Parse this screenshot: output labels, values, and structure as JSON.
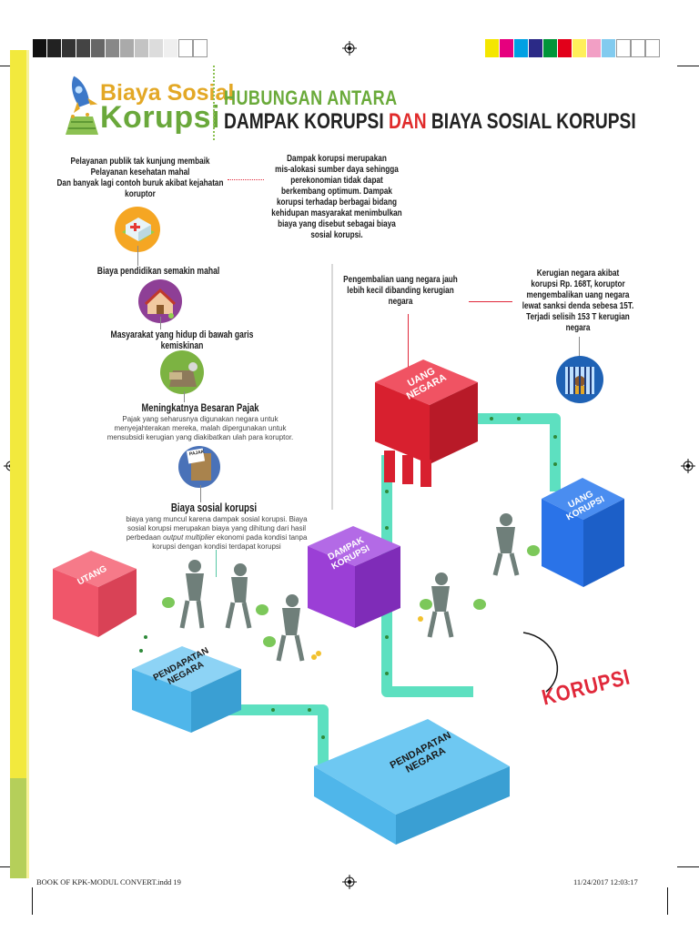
{
  "header": {
    "logo_line1": "Biaya Sosial",
    "logo_line2": "Korupsi",
    "title_line1": "HUBUNGAN ANTARA",
    "title_line2_a": "DAMPAK KORUPSI ",
    "title_line2_b": "DAN",
    "title_line2_c": " BIAYA SOSIAL KORUPSI"
  },
  "left_column": {
    "item1_lines": [
      "Pelayanan publik tak kunjung membaik",
      "Pelayanan kesehatan mahal",
      "Dan banyak lagi contoh buruk akibat kejahatan",
      "koruptor"
    ],
    "item2": "Biaya pendidikan semakin mahal",
    "item3_lines": [
      "Masyarakat yang hidup di bawah garis",
      "kemiskinan"
    ],
    "item4_title": "Meningkatnya Besaran Pajak",
    "item4_desc_lines": [
      "Pajak yang seharusnya digunakan negara untuk",
      "menyejahterakan mereka, malah dipergunakan untuk",
      "mensubsidi kerugian yang diakibatkan ulah para koruptor."
    ],
    "tax_doc_label": "PAJAK",
    "item5_title": "Biaya sosial korupsi",
    "item5_desc_line1": "biaya yang muncul karena dampak sosial korupsi.  Biaya",
    "item5_desc_line2": "sosial korupsi merupakan biaya yang dihitung dari hasil",
    "item5_desc_line3_a": "perbedaan ",
    "item5_desc_line3_b": "output multiplier",
    "item5_desc_line3_c": " ekonomi pada kondisi tanpa",
    "item5_desc_line4": "korupsi dengan kondisi terdapat korupsi"
  },
  "center_text_lines": [
    "Dampak korupsi merupakan",
    "mis-alokasi sumber daya sehingga",
    "perekonomian tidak dapat",
    "berkembang optimum.  Dampak",
    "korupsi terhadap berbagai bidang",
    "kehidupan masyarakat menimbulkan",
    "biaya yang disebut sebagai biaya",
    "sosial korupsi."
  ],
  "return_text_lines": [
    "Pengembalian uang negara jauh",
    "lebih kecil dibanding kerugian",
    "negara"
  ],
  "loss_text_lines": [
    "Kerugian negara akibat",
    "korupsi Rp. 168T,  koruptor",
    "mengembalikan uang negara",
    "lewat sanksi denda sebesa 15T.",
    "Terjadi selisih 153 T kerugian",
    "negara"
  ],
  "boxes": {
    "uang_negara": [
      "UANG",
      "NEGARA"
    ],
    "uang_korupsi": [
      "UANG",
      "KORUPSI"
    ],
    "dampak_korupsi": [
      "DAMPAK",
      "KORUPSI"
    ],
    "utang": "UTANG",
    "pendapatan_small": [
      "PENDAPATAN",
      "NEGARA"
    ],
    "pendapatan_big": [
      "PENDAPATAN",
      "NEGARA"
    ]
  },
  "korupsi_label": "KORUPSI",
  "footer": {
    "left": "BOOK OF KPK-MODUL CONVERT.indd   19",
    "right": "11/24/2017   12:03:17"
  },
  "colors": {
    "red_box": "#e0283a",
    "blue_box": "#2a73e8",
    "purple_box": "#9b3fd6",
    "pink_box": "#f0566a",
    "light_blue_box": "#4fb6ea",
    "pipe": "#5de0c0",
    "title_green": "#6aaa3a",
    "accent_red": "#e02b2b"
  }
}
